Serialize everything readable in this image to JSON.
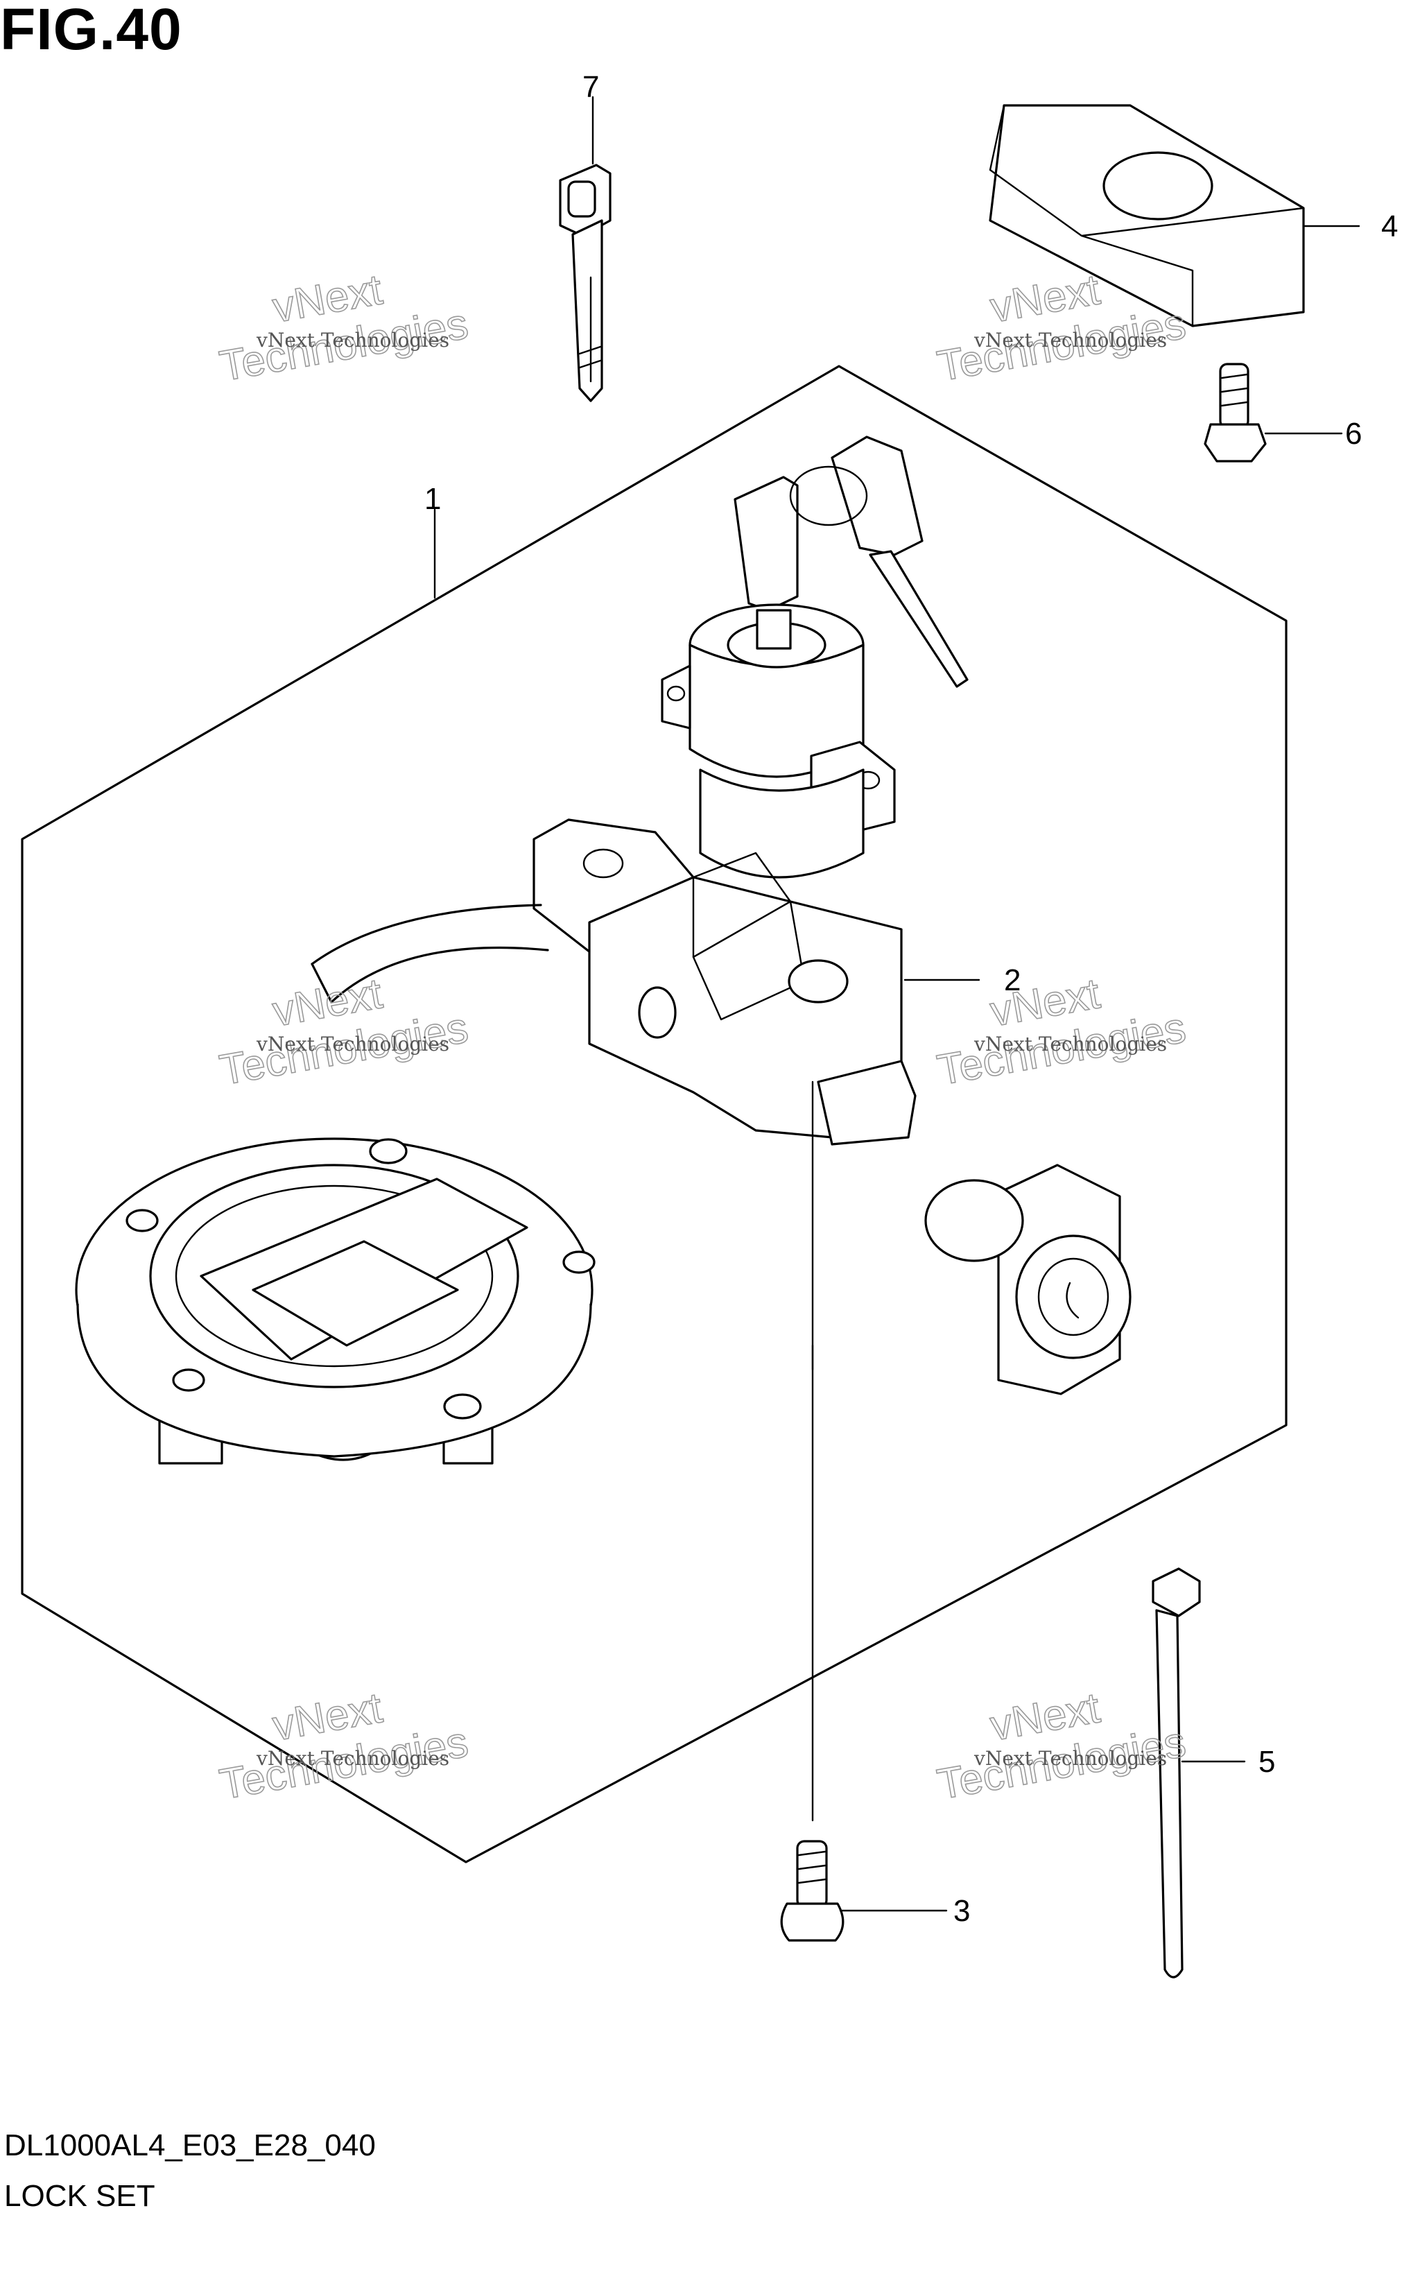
{
  "figure": {
    "title": "FIG.40",
    "code": "DL1000AL4_E03_E28_040",
    "name": "LOCK SET"
  },
  "callouts": [
    {
      "id": "1",
      "label": "1"
    },
    {
      "id": "2",
      "label": "2"
    },
    {
      "id": "3",
      "label": "3"
    },
    {
      "id": "4",
      "label": "4"
    },
    {
      "id": "5",
      "label": "5"
    },
    {
      "id": "6",
      "label": "6"
    },
    {
      "id": "7",
      "label": "7"
    }
  ],
  "watermark": {
    "line_small": "vNext Technologies",
    "line_big_1": "vNext",
    "line_big_2": "Technologies"
  }
}
